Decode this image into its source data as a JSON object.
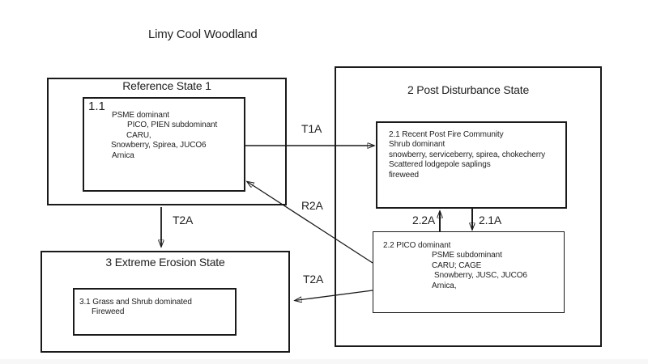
{
  "page": {
    "title": "Limy Cool Woodland"
  },
  "states": [
    {
      "title": "Reference State 1",
      "communities": [
        {
          "id_label": "1.1",
          "lines": [
            "PSME dominant",
            "PICO, PIEN subdominant",
            "CARU,",
            "Snowberry, Spirea, JUCO6",
            "Arnica"
          ]
        }
      ]
    },
    {
      "title": "2 Post Disturbance State",
      "communities": [
        {
          "lines": [
            "2.1 Recent Post Fire Community",
            "Shrub dominant",
            "snowberry, serviceberry, spirea, chokecherry",
            "Scattered lodgepole saplings",
            "fireweed"
          ]
        },
        {
          "lines": [
            "2.2 PICO dominant",
            "PSME subdominant",
            "CARU; CAGE",
            "Snowberry, JUSC, JUCO6",
            "Arnica,"
          ]
        }
      ]
    },
    {
      "title": "3 Extreme Erosion State",
      "communities": [
        {
          "lines": [
            "3.1 Grass and Shrub dominated",
            "Fireweed"
          ]
        }
      ]
    }
  ],
  "transitions": {
    "t1a": {
      "label": "T1A",
      "from": "1.1",
      "to": "2.1"
    },
    "t2a_vertical": {
      "label": "T2A",
      "from": "Reference State 1",
      "to": "3 Extreme Erosion State"
    },
    "r2a": {
      "label": "R2A",
      "from": "2.2",
      "to": "1.1"
    },
    "t2a_diagonal": {
      "label": "T2A",
      "from": "2.2",
      "to": "3 Extreme Erosion State"
    },
    "a22": {
      "label": "2.2A",
      "from": "2.2",
      "to": "2.1"
    },
    "a21": {
      "label": "2.1A",
      "from": "2.1",
      "to": "2.2"
    }
  },
  "colors": {
    "background": "#ffffff",
    "line": "#1a1a1a",
    "text": "#1f1f1f"
  }
}
